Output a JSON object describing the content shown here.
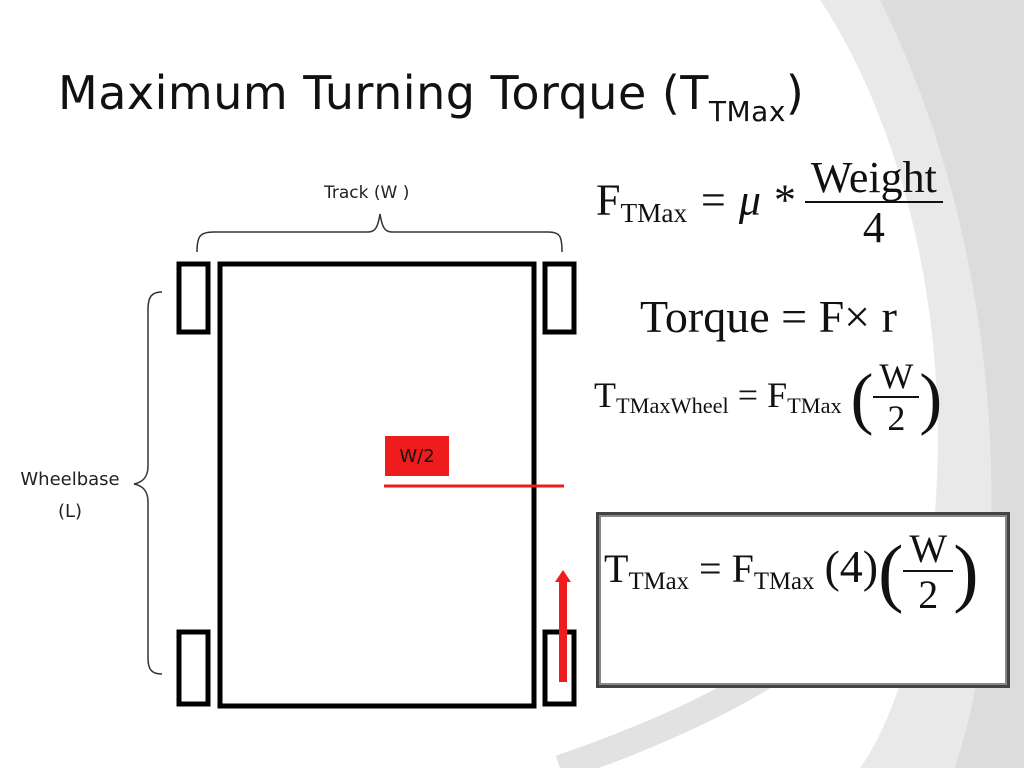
{
  "title": {
    "main": "Maximum Turning Torque (T",
    "sub": "TMax",
    "close": ")"
  },
  "diagram": {
    "track_label": "Track  (W )",
    "wheelbase_label_line1": "Wheelbase",
    "wheelbase_label_line2": "(L)",
    "half_width_label": "W/2"
  },
  "equations": {
    "friction": {
      "lhs": "F",
      "lhs_sub": "TMax",
      "rhs_prefix": "= μ *",
      "num": "Weight",
      "den": "4"
    },
    "torque": {
      "text": "Torque = F× r"
    },
    "wheel": {
      "lhs": "T",
      "lhs_sub": "TMaxWheel",
      "eq": "= F",
      "eq_sub": "TMax",
      "num": "W",
      "den": "2"
    },
    "result": {
      "lhs": "T",
      "lhs_sub": "TMax",
      "eq": "= F",
      "eq_sub": "TMax",
      "factor": "(4)",
      "num": "W",
      "den": "2"
    }
  },
  "colors": {
    "accent_red": "#ee1c1c",
    "swoosh_gray": "#e6e6e6"
  }
}
